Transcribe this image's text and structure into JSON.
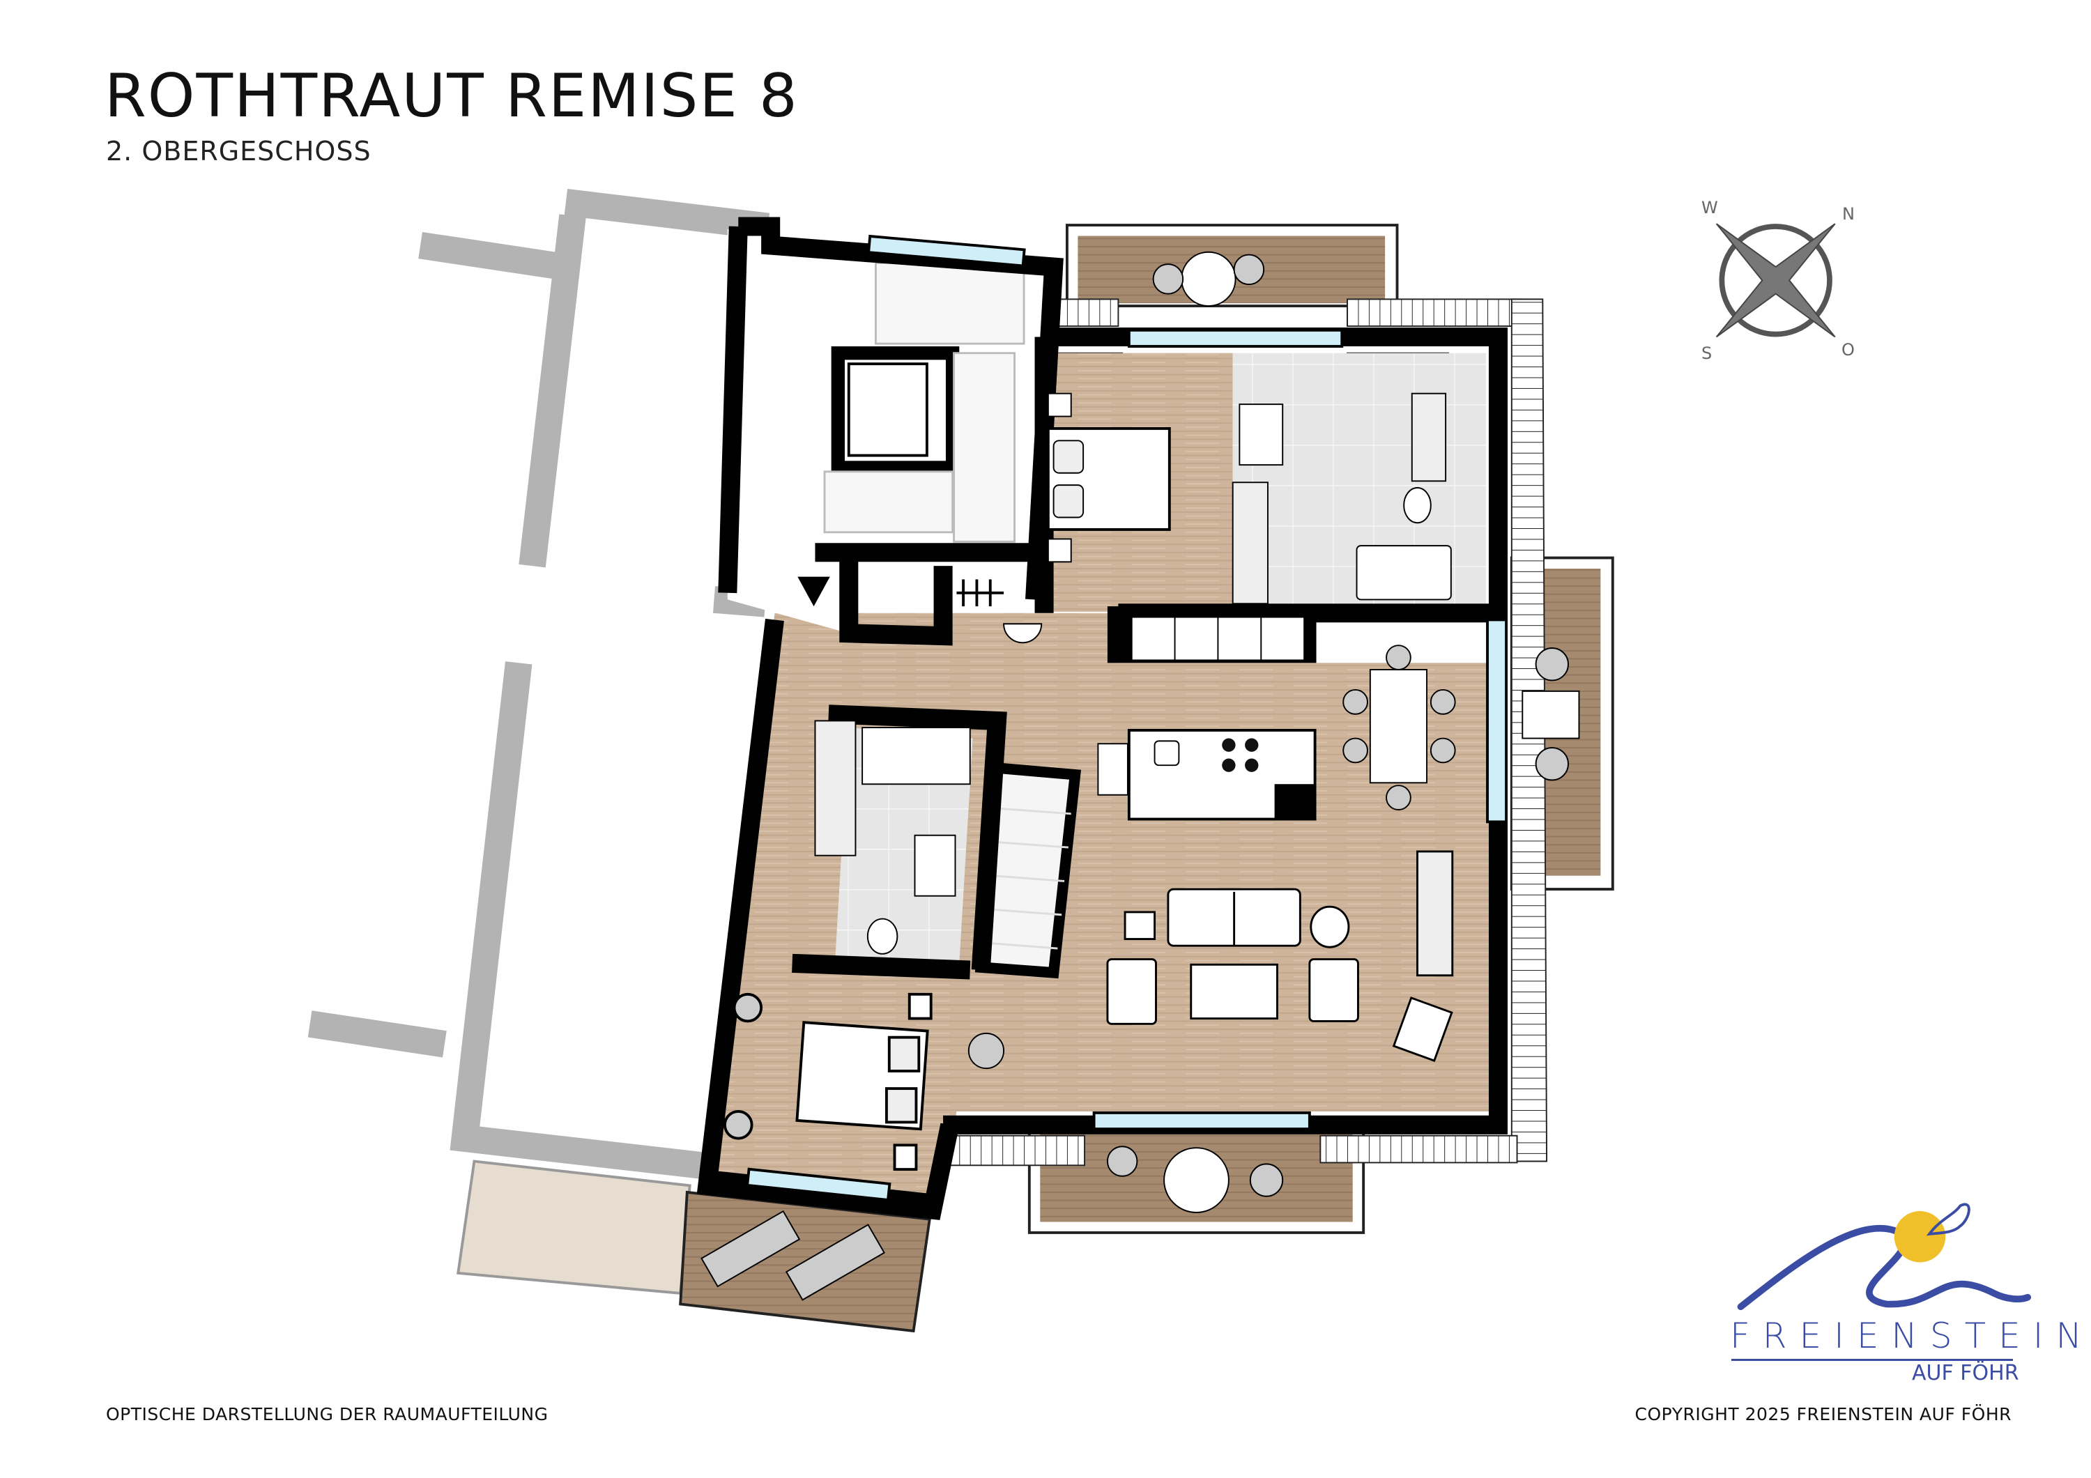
{
  "header": {
    "title": "ROTHTRAUT REMISE 8",
    "subtitle": "2. OBERGESCHOSS"
  },
  "compass": {
    "icon": "compass-rose-icon",
    "west": "W",
    "north": "N",
    "south": "S",
    "east": "O"
  },
  "logo": {
    "name": "FREIENSTEIN",
    "tagline": "AUF FÖHR",
    "colors": {
      "blue": "#3a4ca3",
      "sun": "#f0c02a"
    }
  },
  "footer": {
    "disclaimer": "OPTISCHE DARSTELLUNG DER RAUMAUFTEILUNG",
    "copyright": "COPYRIGHT 2025 FREIENSTEIN AUF FÖHR"
  },
  "colors": {
    "floor_wood": "#cdb49a",
    "terrace": "#a58a70",
    "wall": "#000000",
    "outer_wall": "#b3b3b3",
    "tile": "#e4e4e4",
    "window": "#cfeef8"
  }
}
